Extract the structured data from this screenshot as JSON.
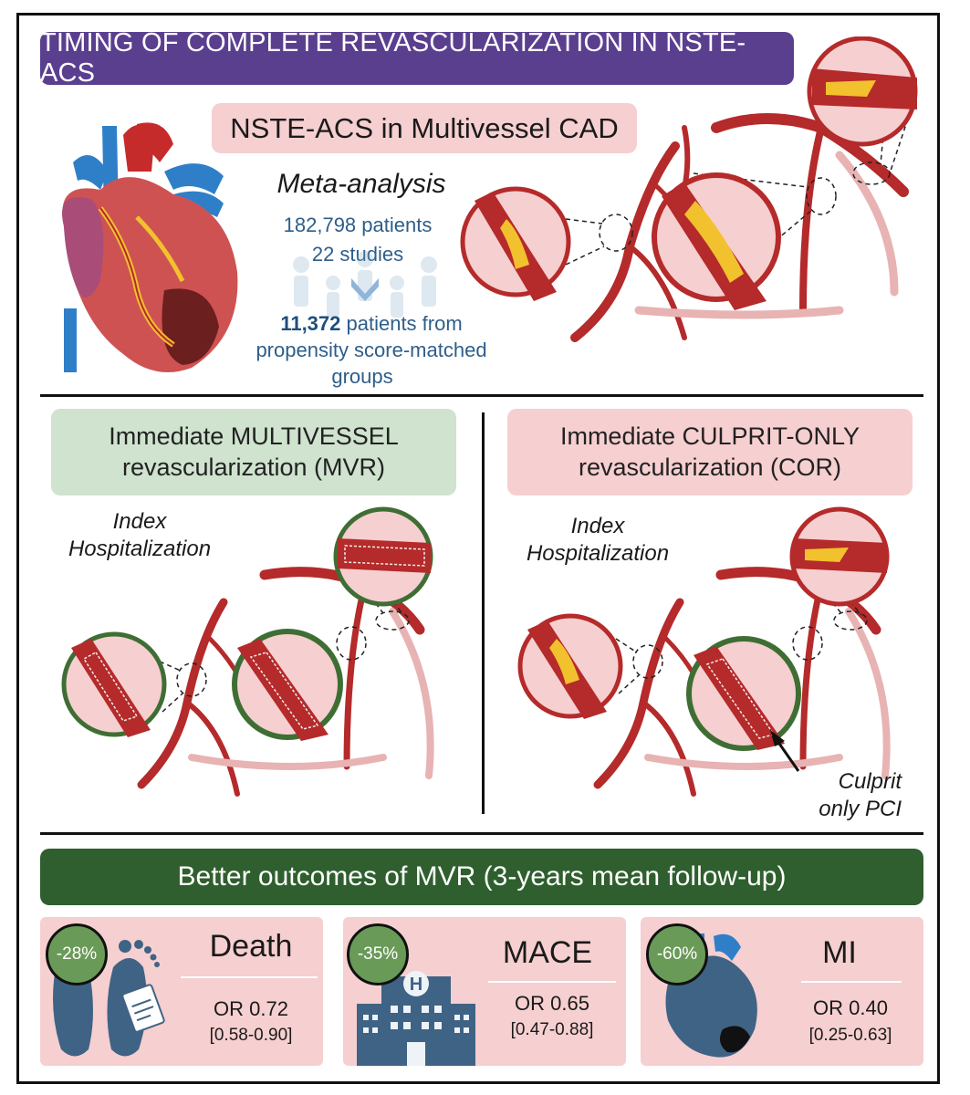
{
  "title": "TIMING OF COMPLETE REVASCULARIZATION IN NSTE-ACS",
  "subtitle": "NSTE-ACS in Multivessel CAD",
  "meta": {
    "heading": "Meta-analysis",
    "patients_total": "182,798 patients",
    "studies": "22 studies",
    "matched_count": "11,372",
    "matched_rest": " patients from",
    "matched_line2": "propensity score-matched",
    "matched_line3": "groups"
  },
  "mvr": {
    "line1": "Immediate MULTIVESSEL",
    "line2": "revascularization (MVR)",
    "index_line1": "Index",
    "index_line2": "Hospitalization"
  },
  "cor": {
    "line1": "Immediate CULPRIT-ONLY",
    "line2": "revascularization (COR)",
    "index_line1": "Index",
    "index_line2": "Hospitalization",
    "culprit_line1": "Culprit",
    "culprit_line2": "only PCI"
  },
  "outcomes": {
    "heading": "Better outcomes of MVR (3-years mean follow-up)",
    "cards": [
      {
        "badge": "-28%",
        "title": "Death",
        "or": "OR 0.72",
        "ci": "[0.58-0.90]",
        "icon": "feet-toe-tag-icon"
      },
      {
        "badge": "-35%",
        "title": "MACE",
        "or": "OR 0.65",
        "ci": "[0.47-0.88]",
        "icon": "hospital-icon"
      },
      {
        "badge": "-60%",
        "title": "MI",
        "or": "OR 0.40",
        "ci": "[0.25-0.63]",
        "icon": "heart-infarct-icon"
      }
    ]
  },
  "colors": {
    "title_bg": "#5b3f8f",
    "pink_box": "#f6cfd0",
    "green_box": "#cfe3cf",
    "outcome_bar": "#2f5f2e",
    "badge": "#6a9a58",
    "vessel": "#b52a2a",
    "plaque": "#f2c12e",
    "stent_ring": "#3f6e34"
  }
}
